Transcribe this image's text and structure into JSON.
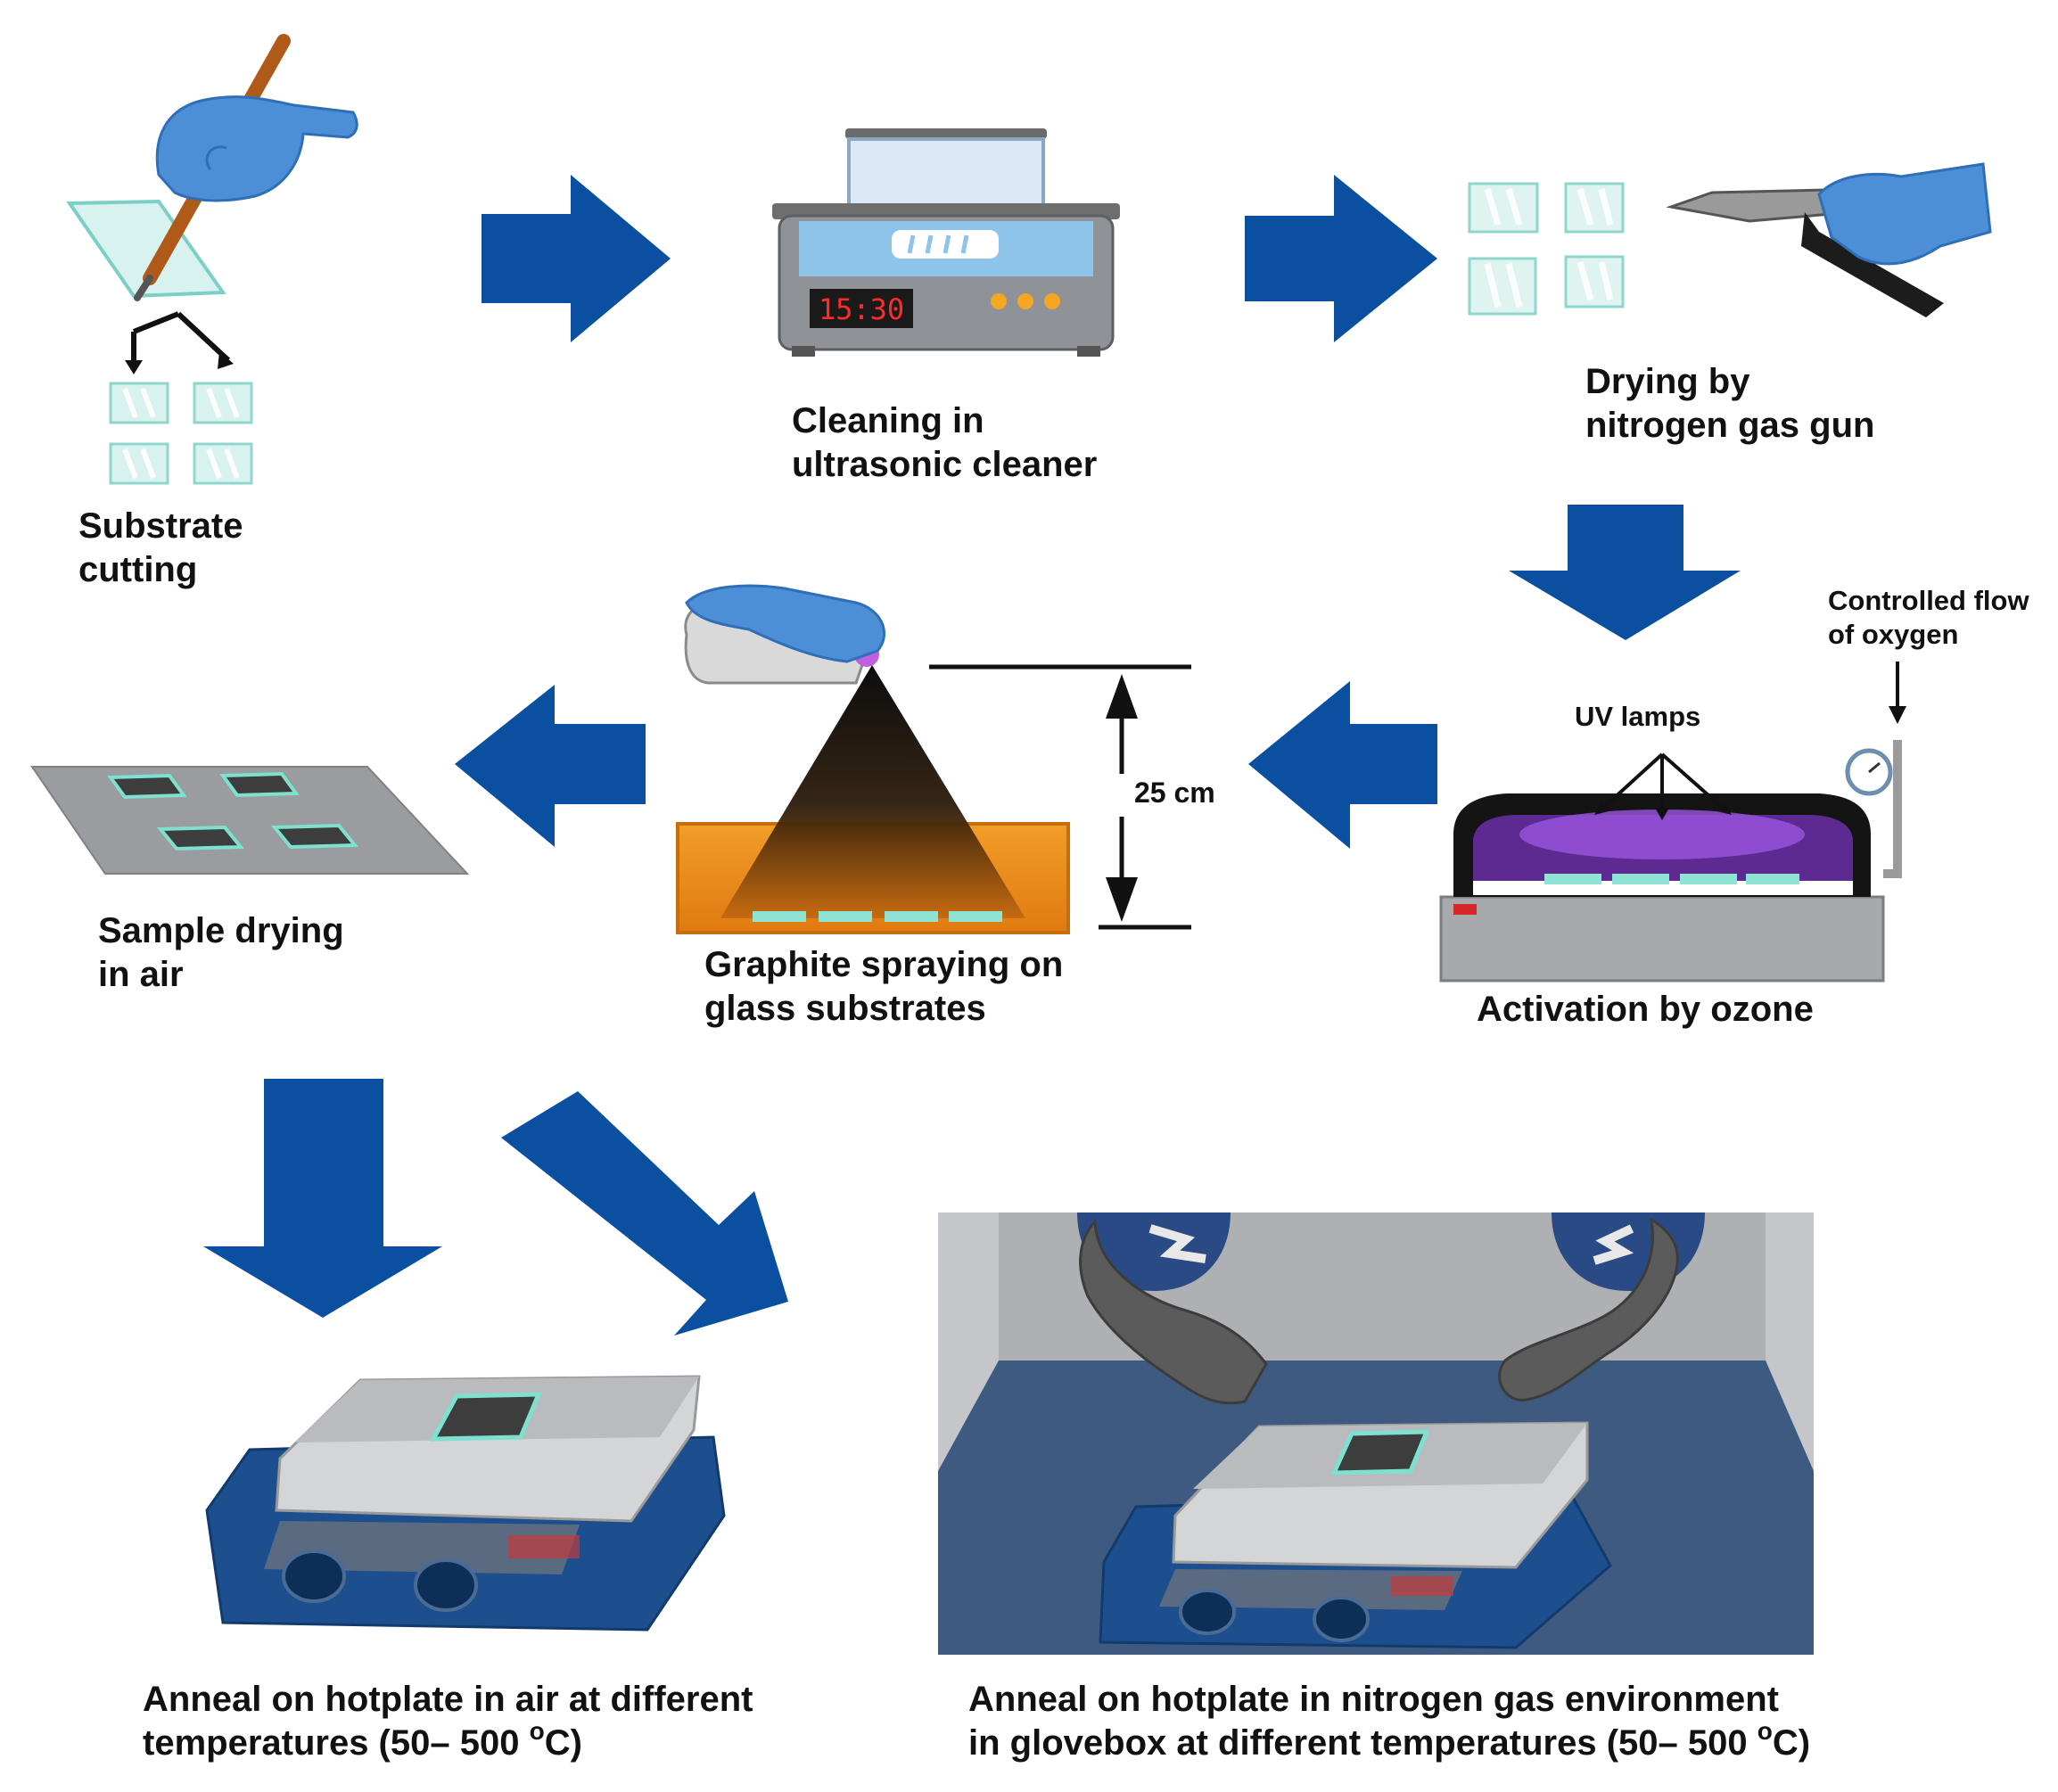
{
  "colors": {
    "arrow": "#0a4fa0",
    "glove": "#4d8fd6",
    "glass": "#bfe8e4",
    "orange_tray": "#f7941d",
    "uv_purple": "#8a3fd0",
    "hotplate_blue": "#1d4f8f",
    "glovebox_floor": "#3f5a80"
  },
  "steps": {
    "substrate_cutting": {
      "line1": "Substrate",
      "line2": "cutting",
      "icon": "gloved-hand-glass-cutter"
    },
    "ultrasonic": {
      "line1": "Cleaning in",
      "line2": "ultrasonic cleaner",
      "display": "15:30",
      "icon": "ultrasonic-cleaner"
    },
    "drying_gun": {
      "line1": "Drying by",
      "line2": "nitrogen gas gun",
      "icon": "nitrogen-gas-gun"
    },
    "ozone": {
      "title": "Activation by ozone",
      "uv_label": "UV lamps",
      "oxygen_line1": "Controlled flow",
      "oxygen_line2": "of oxygen",
      "icon": "uv-ozone-chamber"
    },
    "spraying": {
      "line1": "Graphite spraying on",
      "line2": "glass substrates",
      "distance": "25 cm",
      "icon": "spray-can"
    },
    "air_drying": {
      "line1": "Sample drying",
      "line2": "in air",
      "icon": "drying-tray"
    },
    "anneal_air": {
      "line1": "Anneal on hotplate in air at different",
      "line2_pre": "temperatures (50– 500 ",
      "degree": "o",
      "line2_post": "C)",
      "icon": "hotplate"
    },
    "anneal_n2": {
      "line1": "Anneal on hotplate in nitrogen gas environment",
      "line2_pre": "in glovebox at different temperatures (50– 500 ",
      "degree": "o",
      "line2_post": "C)",
      "icon": "glovebox-hotplate"
    }
  }
}
